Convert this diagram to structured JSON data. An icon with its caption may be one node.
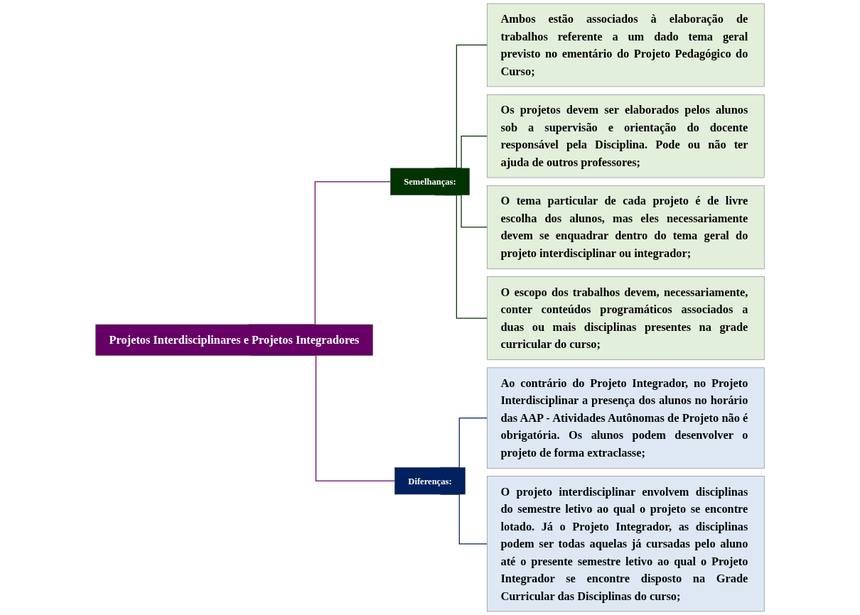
{
  "diagram": {
    "nodes": [
      {
        "text": [
          "Projetos Interdisciplinares e Projetos Integradores"
        ]
      },
      {
        "text": [
          "Semelhanças:"
        ]
      },
      {
        "text": [
          "Diferenças:"
        ]
      },
      {
        "text": [
          "Ambos estão associados à elaboração de trabalhos referente a um dado tema geral previsto no ementário do Projeto Pedagógico do Curso;"
        ]
      },
      {
        "text": [
          "Os projetos devem ser elaborados pelos alunos sob a supervisão e orientação do docente responsável pela Disciplina. Pode ou não ter ajuda de outros professores;"
        ]
      },
      {
        "text": [
          "O tema particular de cada projeto é de livre escolha dos alunos, mas eles necessariamente devem se enquadrar dentro do tema geral do projeto interdisciplinar ou integrador;"
        ]
      },
      {
        "text": [
          "O escopo dos trabalhos devem, necessariamente, conter conteúdos programáticos associados a duas ou mais disciplinas presentes na grade curricular do curso;"
        ]
      },
      {
        "text": [
          "Ao contrário do Projeto Integrador, no Projeto Interdisciplinar a presença dos alunos no horário das AAP - Atividades Autônomas de Projeto não é obrigatória. Os alunos podem desenvolver o projeto de forma extraclasse;"
        ]
      },
      {
        "text": [
          "O projeto interdisciplinar envolvem disciplinas do semestre letivo ao qual o projeto se encontre lotado. Já o Projeto Integrador, as disciplinas podem ser todas aquelas já cursadas pelo aluno até o presente semestre letivo ao qual o Projeto Integrador se encontre disposto na Grade Curricular das Disciplinas do curso;"
        ]
      }
    ],
    "edges": [
      {
        "from": 0,
        "to": 1,
        "arrow": "none",
        "color": "#660066"
      },
      {
        "from": 0,
        "to": 2,
        "arrow": "none",
        "color": "#660066"
      },
      {
        "from": 1,
        "to": 3,
        "arrow": "none"
      },
      {
        "from": 1,
        "to": 4,
        "arrow": "none"
      },
      {
        "from": 1,
        "to": 5,
        "arrow": "none"
      },
      {
        "from": 1,
        "to": 6,
        "arrow": "none"
      },
      {
        "from": 2,
        "to": 7,
        "arrow": "none",
        "color": "#002060"
      },
      {
        "from": 2,
        "to": 8,
        "arrow": "none",
        "color": "#002060"
      }
    ]
  }
}
